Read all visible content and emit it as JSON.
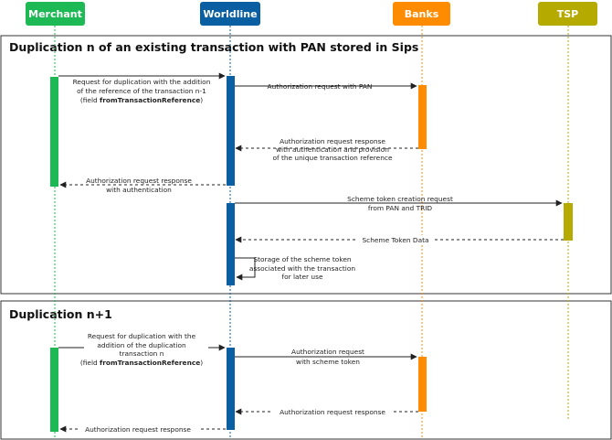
{
  "participants": {
    "merchant": {
      "label": "Merchant",
      "color": "#1db954"
    },
    "worldline": {
      "label": "Worldline",
      "color": "#0a5fa3"
    },
    "banks": {
      "label": "Banks",
      "color": "#ff8c00"
    },
    "tsp": {
      "label": "TSP",
      "color": "#b5ab00"
    }
  },
  "frames": {
    "first": {
      "title": "Duplication n of an existing transaction with PAN stored in Sips"
    },
    "second": {
      "title": "Duplication n+1"
    }
  },
  "messages": {
    "m1": {
      "line1": "Request for duplication with the addition",
      "line2": "of the reference of the transaction n-1",
      "line3_prefix": "(field ",
      "line3_bold": "fromTransactionReference",
      "line3_suffix": ")"
    },
    "m2": {
      "line1": "Authorization request with PAN"
    },
    "m3": {
      "line1": "Authorization request response",
      "line2": "with authentication and provision",
      "line3": "of the unique transaction reference"
    },
    "m4": {
      "line1": "Authorization request response",
      "line2": "with authentication"
    },
    "m5": {
      "line1": "Scheme token creation request",
      "line2": "from PAN and TRID"
    },
    "m6": {
      "line1": "Scheme Token Data"
    },
    "m7": {
      "line1": "Storage of the scheme token",
      "line2": "associated with the transaction",
      "line3": "for later use"
    },
    "m8": {
      "line1": "Request for duplication with the",
      "line2": "addition of the duplication",
      "line3": "transaction n",
      "line4_prefix": "(field ",
      "line4_bold": "fromTransactionReference",
      "line4_suffix": ")"
    },
    "m9": {
      "line1": "Authorization request",
      "line2": "with scheme token"
    },
    "m10": {
      "line1": "Authorization request response"
    },
    "m11": {
      "line1": "Authorization request response"
    }
  }
}
